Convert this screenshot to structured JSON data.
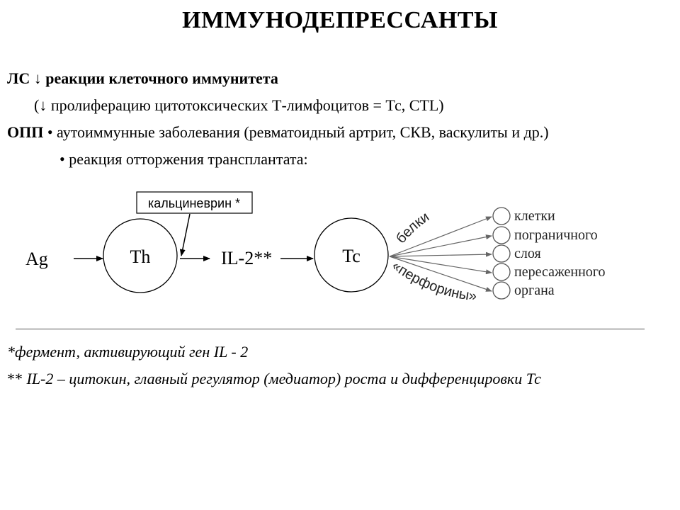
{
  "slide": {
    "title": "ИММУНОДЕПРЕССАНТЫ",
    "lines": {
      "l1_bold": "ЛС ↓ реакции клеточного иммунитета",
      "l2": "(↓ пролиферацию цитотоксических Т-лимфоцитов = Тс, CTL)",
      "l3_bold": "ОПП",
      "l3_rest": " • аутоиммунные заболевания (ревматоидный артрит, СКВ, васкулиты и др.)",
      "l4": "•  реакция отторжения трансплантата:"
    },
    "diagram": {
      "ag": "Ag",
      "th": "Th",
      "il2": "IL-2**",
      "tc": "Tc",
      "calcineurin": "кальциневрин *",
      "proteins": "белки",
      "perforins": "«перфорины»",
      "targets": [
        "клетки",
        "пограничного",
        "слоя",
        "пересаженного",
        "органа"
      ]
    },
    "footnotes": {
      "fn1": "*фермент, активирующий  ген IL - 2",
      "fn2_prefix": "** ",
      "fn2_ital": "IL-2 – цитокин, главный регулятор (медиатор) роста и дифференцировки Тс"
    }
  }
}
